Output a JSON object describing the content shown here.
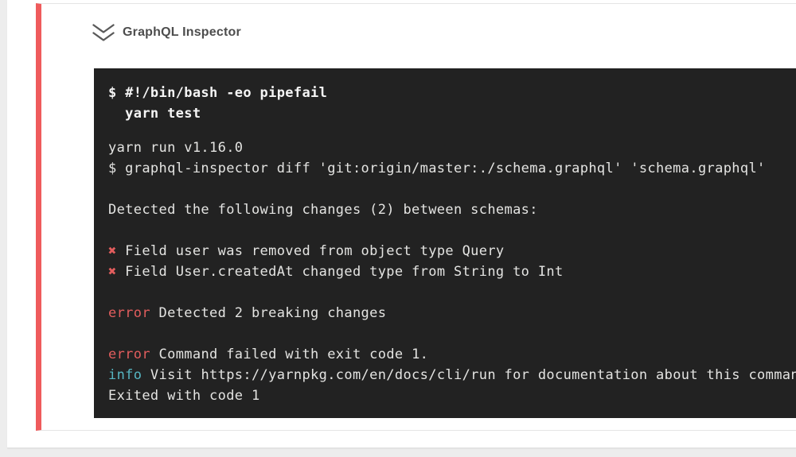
{
  "colors": {
    "page_bg": "#ededed",
    "card_bg": "#ffffff",
    "card_border": "#e2e2e2",
    "stripe_red": "#ef5b5c",
    "panel_border": "#e5e5e5",
    "header_text": "#4d4d4d",
    "icon_gray": "#5a5a5a",
    "terminal_bg": "#222222",
    "terminal_text": "#e4e4e2",
    "terminal_bold_text": "#f5f5f5",
    "terminal_red": "#e25d5d",
    "terminal_cyan": "#56b6c2"
  },
  "header": {
    "title": "GraphQL Inspector",
    "collapse_icon": "double-chevron-down"
  },
  "terminal": {
    "lines": [
      {
        "style": "line",
        "segments": [
          {
            "color": "bold",
            "text": "$ #!/bin/bash -eo pipefail"
          }
        ]
      },
      {
        "style": "line",
        "segments": [
          {
            "color": "bold",
            "text": "  yarn test"
          }
        ]
      },
      {
        "style": "spacer"
      },
      {
        "style": "line",
        "segments": [
          {
            "color": "plain",
            "text": "yarn run v1.16.0"
          }
        ]
      },
      {
        "style": "line",
        "segments": [
          {
            "color": "plain",
            "text": "$ graphql-inspector diff 'git:origin/master:./schema.graphql' 'schema.graphql'"
          }
        ]
      },
      {
        "style": "blank"
      },
      {
        "style": "line",
        "segments": [
          {
            "color": "plain",
            "text": "Detected the following changes (2) between schemas:"
          }
        ]
      },
      {
        "style": "blank"
      },
      {
        "style": "line",
        "segments": [
          {
            "color": "redbold",
            "text": "✖"
          },
          {
            "color": "plain",
            "text": " Field user was removed from object type Query"
          }
        ]
      },
      {
        "style": "line",
        "segments": [
          {
            "color": "redbold",
            "text": "✖"
          },
          {
            "color": "plain",
            "text": " Field User.createdAt changed type from String to Int"
          }
        ]
      },
      {
        "style": "blank"
      },
      {
        "style": "line",
        "segments": [
          {
            "color": "red",
            "text": "error"
          },
          {
            "color": "plain",
            "text": " Detected 2 breaking changes"
          }
        ]
      },
      {
        "style": "blank"
      },
      {
        "style": "line",
        "segments": [
          {
            "color": "red",
            "text": "error"
          },
          {
            "color": "plain",
            "text": " Command failed with exit code 1."
          }
        ]
      },
      {
        "style": "line",
        "segments": [
          {
            "color": "cyan",
            "text": "info"
          },
          {
            "color": "plain",
            "text": " Visit https://yarnpkg.com/en/docs/cli/run for documentation about this command."
          }
        ]
      },
      {
        "style": "line",
        "segments": [
          {
            "color": "plain",
            "text": "Exited with code 1"
          }
        ]
      }
    ]
  }
}
